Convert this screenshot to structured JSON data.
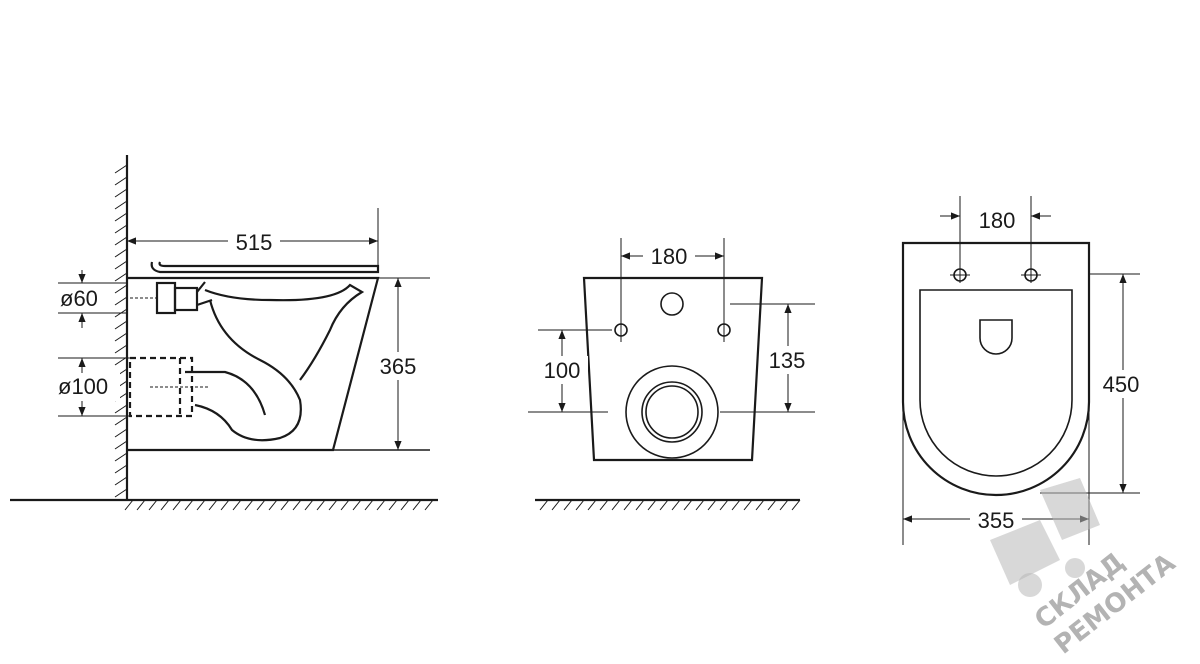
{
  "side_view": {
    "length_label": "515",
    "height_label": "365",
    "inlet_label": "ø60",
    "outlet_label": "ø100"
  },
  "back_view": {
    "holes_spacing_label": "180",
    "left_height_label": "100",
    "right_height_label": "135"
  },
  "top_view": {
    "holes_spacing_label": "180",
    "depth_label": "450",
    "width_label": "355"
  },
  "watermark": {
    "line1": "СКЛАД",
    "line2": "РЕМОНТА"
  }
}
